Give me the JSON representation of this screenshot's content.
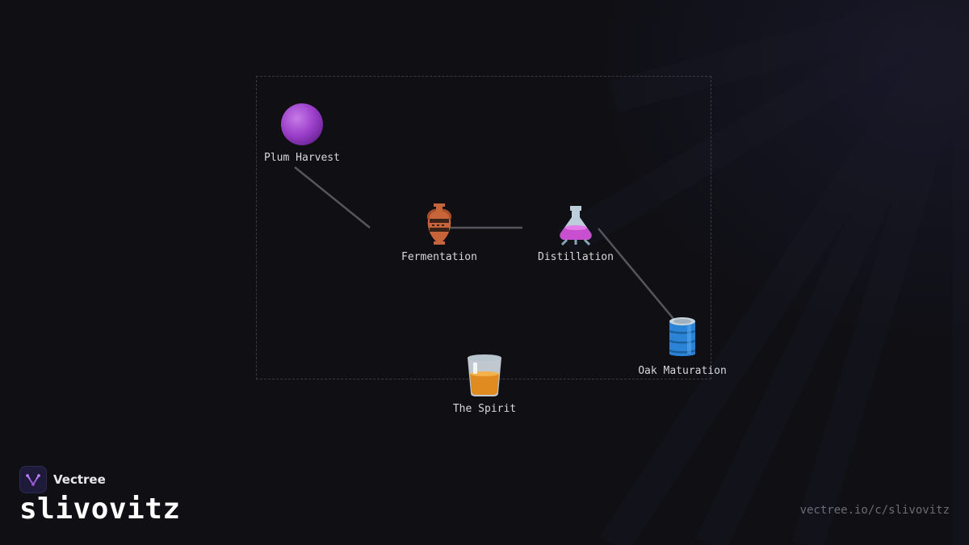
{
  "brand": {
    "name": "Vectree",
    "accent": "#9b59d6"
  },
  "title": "slivovitz",
  "url": "vectree.io/c/slivovitz",
  "diagram": {
    "nodes": [
      {
        "id": "plum",
        "label": "Plum Harvest",
        "icon": "plum-icon"
      },
      {
        "id": "ferment",
        "label": "Fermentation",
        "icon": "amphora-icon"
      },
      {
        "id": "distill",
        "label": "Distillation",
        "icon": "flask-icon"
      },
      {
        "id": "oak",
        "label": "Oak Maturation",
        "icon": "barrel-icon"
      },
      {
        "id": "spirit",
        "label": "The Spirit",
        "icon": "tumbler-glass-icon"
      }
    ],
    "edges": [
      {
        "from": "plum",
        "to": "ferment"
      },
      {
        "from": "ferment",
        "to": "distill"
      },
      {
        "from": "distill",
        "to": "oak"
      }
    ],
    "colors": {
      "edge": "#55555c",
      "frame": "#3a3a44",
      "label": "#d8d8dc"
    }
  }
}
